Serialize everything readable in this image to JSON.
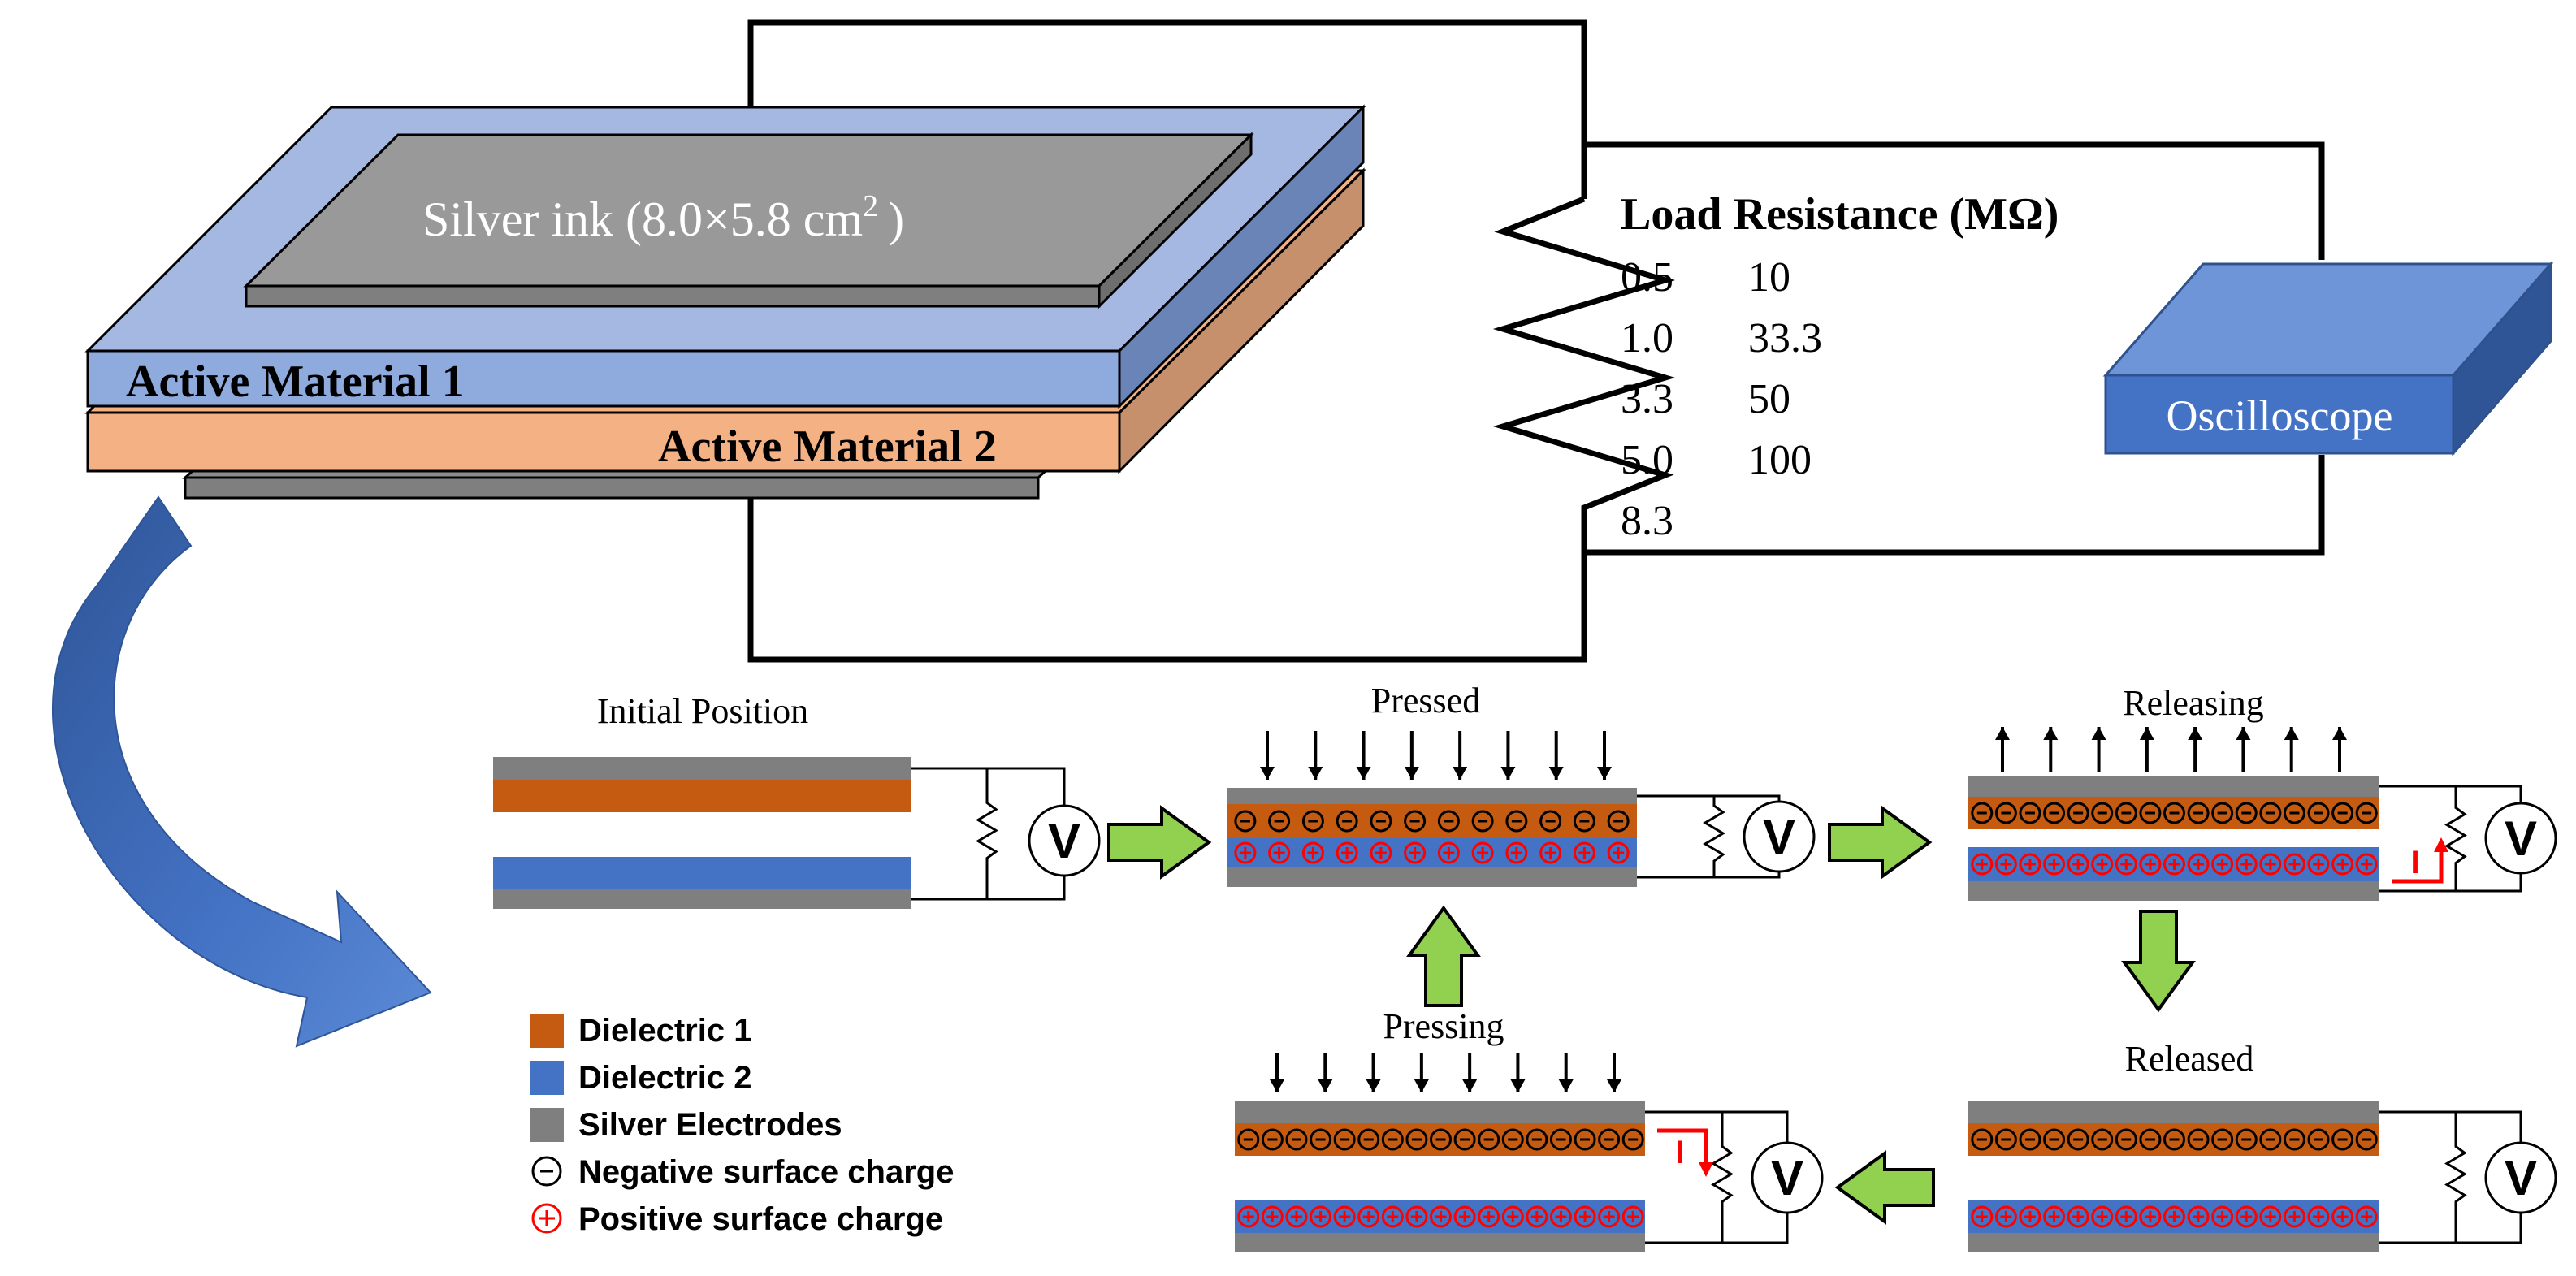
{
  "device": {
    "electrode_label": "Silver ink (8.0×5.8 cm",
    "electrode_sup": "2",
    "electrode_close": ")",
    "material_1": "Active Material 1",
    "material_2": "Active Material 2"
  },
  "circuit": {
    "title": "Load Resistance (MΩ)",
    "resistances_col1": [
      "0.5",
      "1.0",
      "3.3",
      "5.0",
      "8.3"
    ],
    "resistances_col2": [
      "10",
      "33.3",
      "50",
      "100"
    ],
    "instrument": "Oscilloscope"
  },
  "stages": {
    "initial": "Initial Position",
    "pressed": "Pressed",
    "releasing": "Releasing",
    "released": "Released",
    "pressing": "Pressing"
  },
  "meter_symbol": "V",
  "current_symbol": "I",
  "legend": [
    {
      "label": "Dielectric 1",
      "swatch": "rect",
      "color": "#c55a11"
    },
    {
      "label": "Dielectric 2",
      "swatch": "rect",
      "color": "#4472c4"
    },
    {
      "label": "Silver Electrodes",
      "swatch": "rect",
      "color": "#7f7f7f"
    },
    {
      "label": "Negative surface charge",
      "swatch": "neg",
      "color": "#000000"
    },
    {
      "label": "Positive surface charge",
      "swatch": "pos",
      "color": "#ff0000"
    }
  ],
  "colors": {
    "dielectric1": "#c55a11",
    "dielectric2": "#4472c4",
    "electrode": "#7f7f7f",
    "material1_face": "#a4b8e2",
    "material2_face": "#f4b183",
    "oscilloscope": "#4472c4",
    "arrow_green": "#92d050",
    "charge_positive": "#ff0000",
    "big_arrow": "#4472c4"
  }
}
